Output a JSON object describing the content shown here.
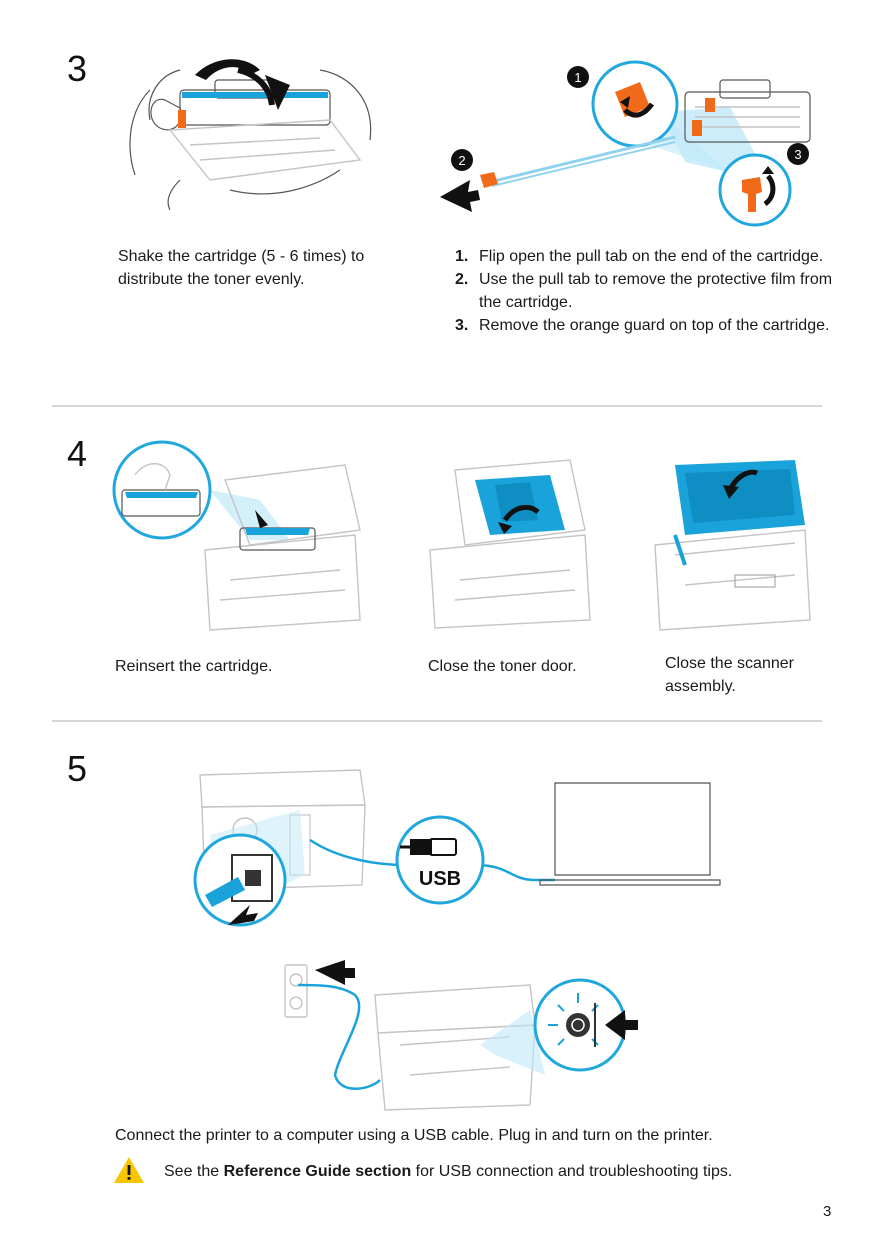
{
  "step3": {
    "number": "3",
    "left_caption": "Shake the cartridge (5 - 6 times) to distribute the toner evenly.",
    "markers": [
      "1",
      "2",
      "3"
    ],
    "list": [
      {
        "num": "1.",
        "text": "Flip open the pull tab on the end of the cartridge."
      },
      {
        "num": "2.",
        "text": "Use the pull tab to remove the protective film from the cartridge."
      },
      {
        "num": "3.",
        "text": "Remove the orange guard on top of the cartridge."
      }
    ]
  },
  "step4": {
    "number": "4",
    "captions": [
      "Reinsert the cartridge.",
      "Close the toner door.",
      "Close the scanner assembly."
    ]
  },
  "step5": {
    "number": "5",
    "usb_label": "USB",
    "caption": "Connect the printer to a computer using a USB cable. Plug in and turn on the printer.",
    "note": {
      "icon": "warning-icon",
      "prefix": "See the ",
      "link": "Reference Guide section",
      "suffix": " for USB connection and troubleshooting tips."
    }
  },
  "page_number": "3",
  "colors": {
    "accent_blue": "#1aa3da",
    "orange": "#f06a1a",
    "warning_yellow": "#f7c600"
  }
}
